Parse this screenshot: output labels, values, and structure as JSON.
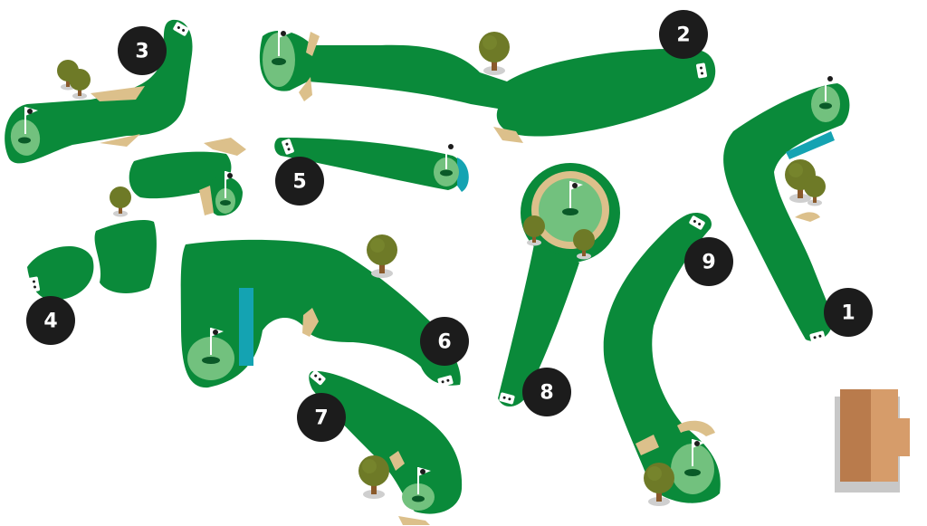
{
  "colors": {
    "fairway": "#0a8a3a",
    "green": "#72c17e",
    "sand": "#dcc08b",
    "water": "#14a3b2",
    "tree_canopy": "#6e7a27",
    "tree_trunk": "#8a5a2b",
    "badge": "#1c1c1c",
    "clubhouse_left": "#b97b4c",
    "clubhouse_right": "#d69c6a"
  },
  "holes": [
    {
      "number": "1"
    },
    {
      "number": "2"
    },
    {
      "number": "3"
    },
    {
      "number": "4"
    },
    {
      "number": "5"
    },
    {
      "number": "6"
    },
    {
      "number": "7"
    },
    {
      "number": "8"
    },
    {
      "number": "9"
    }
  ],
  "icons": {
    "flag": "flag-icon",
    "tee": "tee-marker-icon",
    "tree": "tree-icon",
    "clubhouse": "clubhouse-icon"
  }
}
